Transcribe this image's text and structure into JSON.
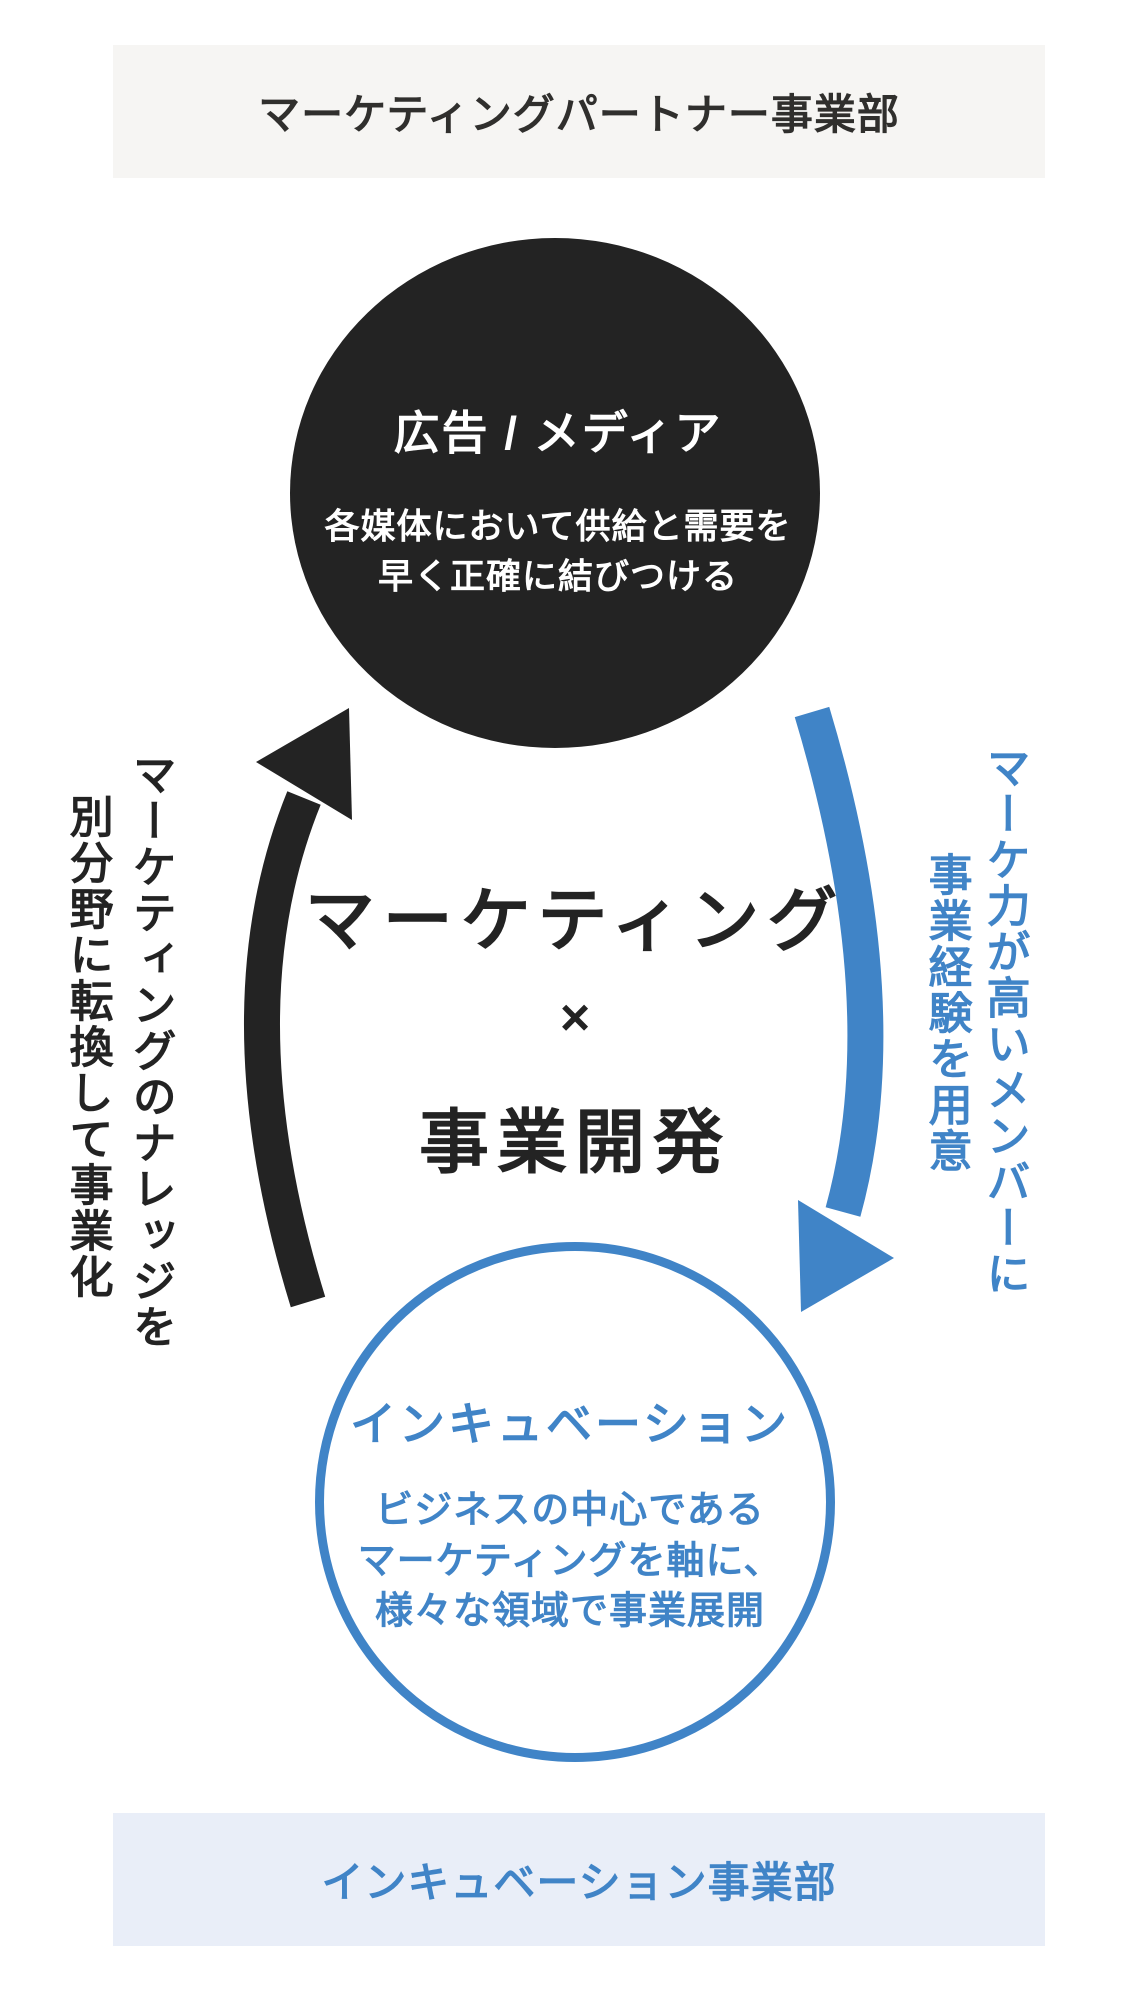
{
  "colors": {
    "blue": "#4084C7",
    "black": "#232323",
    "header_bg": "#F6F5F3",
    "footer_bg": "#E9EEF8",
    "header_text": "#302F2D",
    "circle_text": "#FFFFFF"
  },
  "header": {
    "label": "マーケティングパートナー事業部"
  },
  "top_circle": {
    "title": "広告 / メディア",
    "desc_line1": "各媒体において供給と需要を",
    "desc_line2": "早く正確に結びつける"
  },
  "center": {
    "line1": "マーケティング",
    "operator": "×",
    "line2": "事業開発"
  },
  "left_annotation": {
    "column1": "マーケティングのナレッジを",
    "column2": "別分野に転換して事業化"
  },
  "right_annotation": {
    "column1": "マーケ力が高いメンバーに",
    "column2": "事業経験を用意"
  },
  "bottom_circle": {
    "title": "インキュベーション",
    "desc_line1": "ビジネスの中心である",
    "desc_line2": "マーケティングを軸に、",
    "desc_line3": "様々な領域で事業展開"
  },
  "footer": {
    "label": "インキュベーション事業部"
  }
}
